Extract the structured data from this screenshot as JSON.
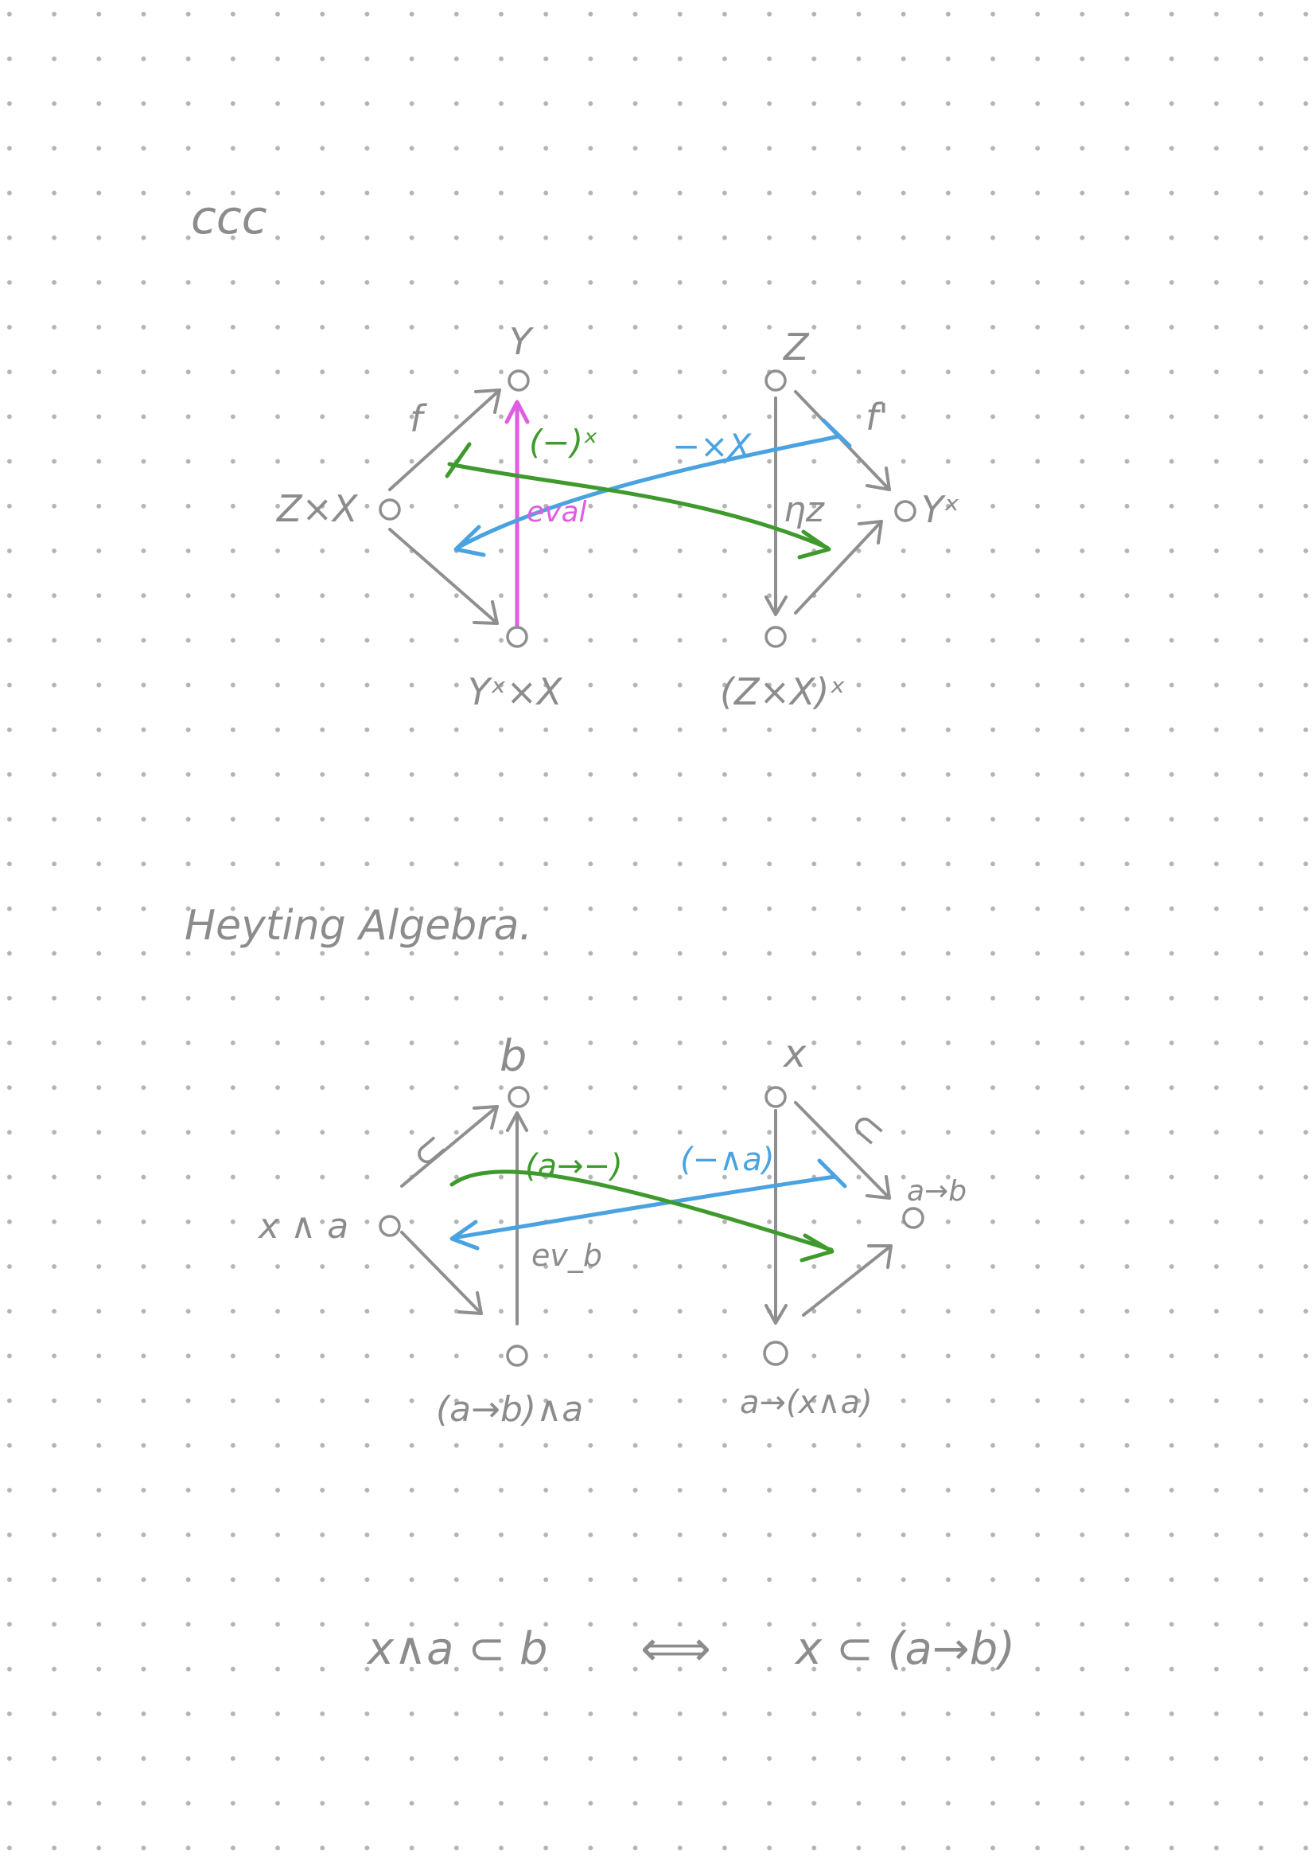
{
  "colors": {
    "ink": "#8c8c8c",
    "green": "#3f9a2e",
    "blue": "#4aa3e0",
    "magenta": "#e05ce0"
  },
  "diagram1": {
    "title": "ccc",
    "nodes": {
      "y": "Y",
      "zx": "Z×X",
      "yxx": "Yˣ×X",
      "z": "Z",
      "yx": "Yˣ",
      "zxx": "(Z×X)ˣ"
    },
    "labels": {
      "f": "f",
      "f_prime": "f'",
      "pow": "(−)ˣ",
      "times": "−×X",
      "eval": "eval",
      "eta": "ηᴢ"
    }
  },
  "diagram2": {
    "title": "Heyting Algebra.",
    "nodes": {
      "b": "b",
      "xa": "x ∧ a",
      "aba": "(a→b)∧a",
      "x": "x",
      "ab": "a→b",
      "axa": "a→(x∧a)"
    },
    "labels": {
      "sub_left": "⊂",
      "sub_right": "⊂",
      "imp": "(a→−)",
      "meet": "(−∧a)",
      "ev": "ev_b"
    }
  },
  "equation": {
    "left": "x∧a ⊂ b",
    "iff": "⟺",
    "right": "x ⊂ (a→b)"
  }
}
